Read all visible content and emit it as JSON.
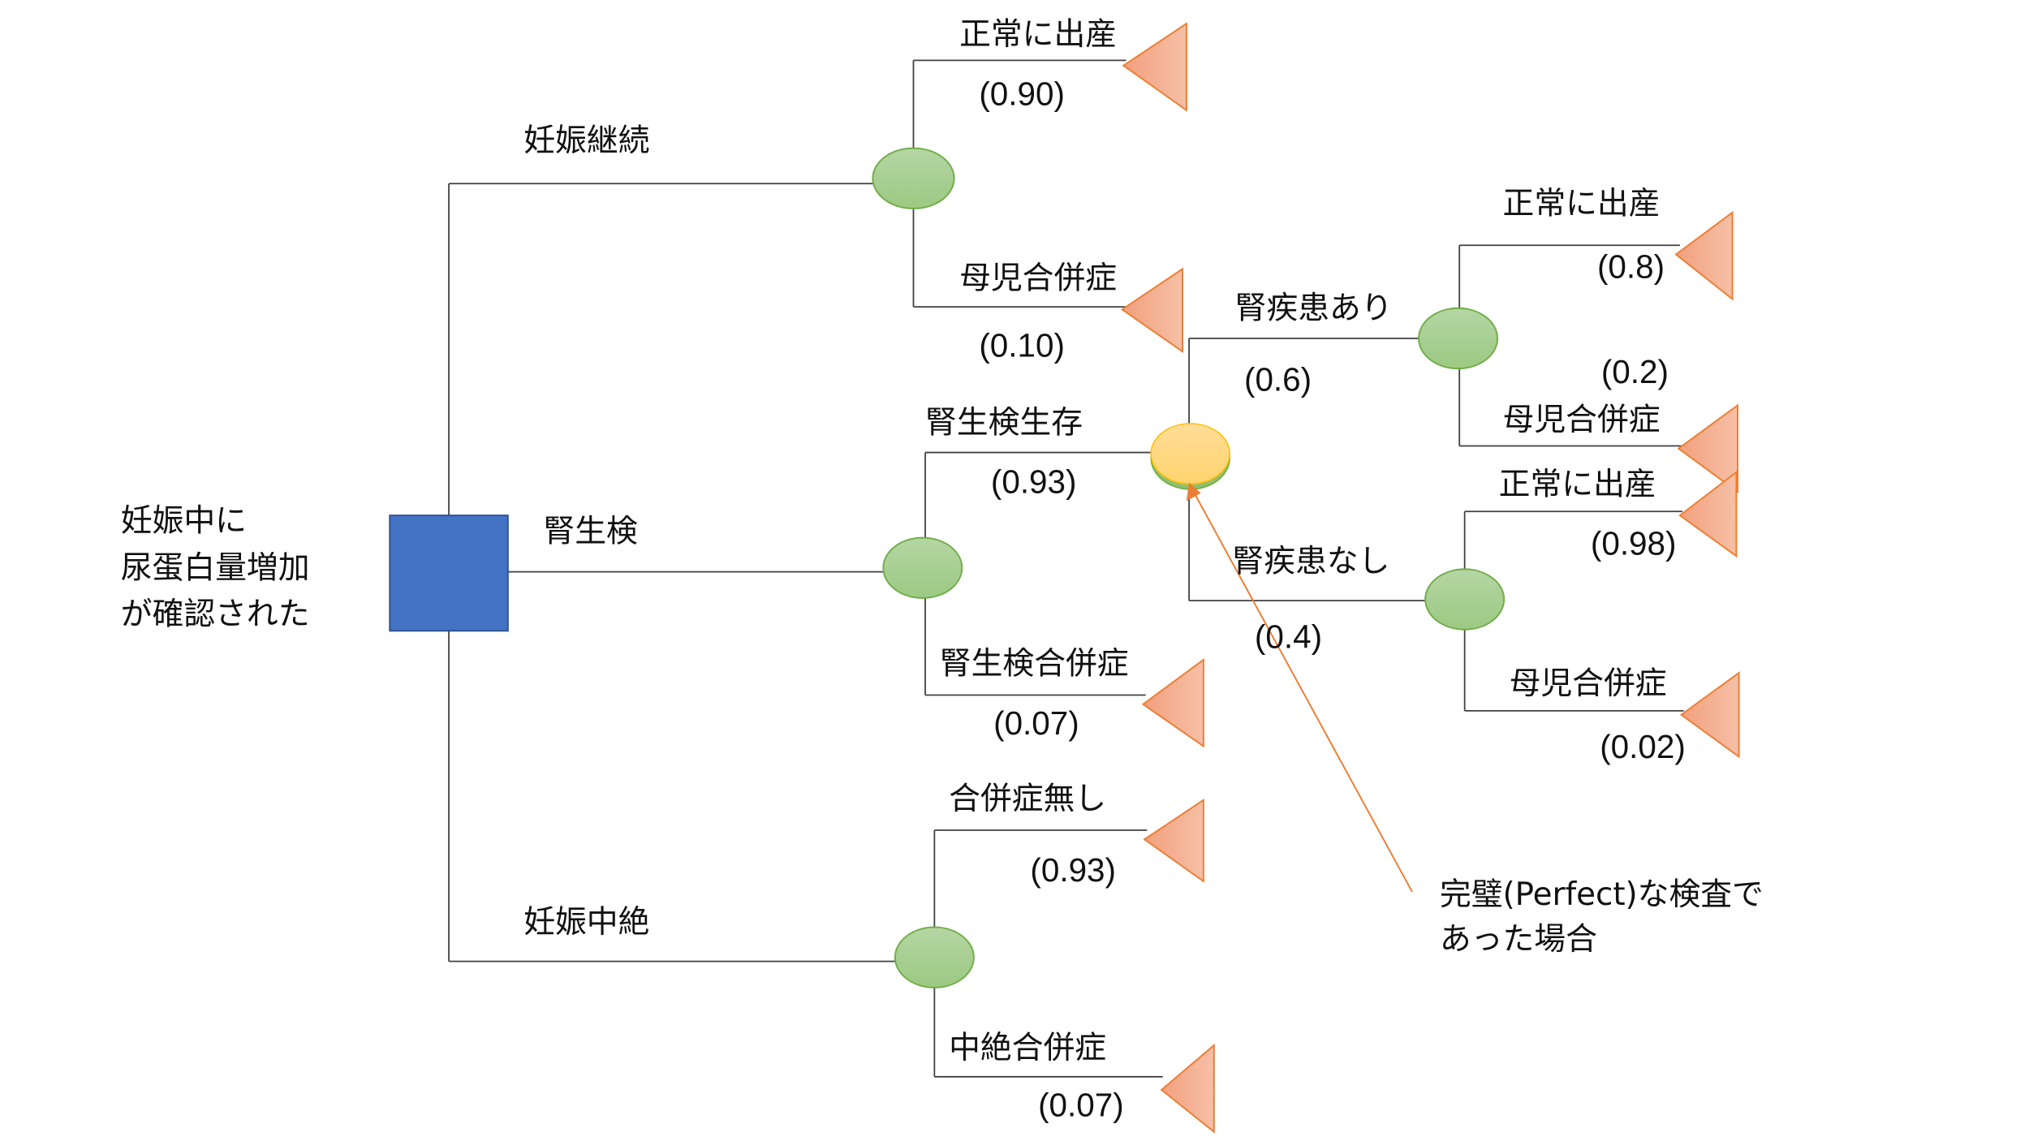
{
  "root": {
    "label_lines": [
      "妊娠中に",
      "尿蛋白量増加",
      "が確認された"
    ],
    "node_type": "decision",
    "color": "#4472C4"
  },
  "branches": {
    "continue": {
      "label": "妊娠継続",
      "outcomes": [
        {
          "label": "正常に出産",
          "prob": "(0.90)"
        },
        {
          "label": "母児合併症",
          "prob": "(0.10)"
        }
      ]
    },
    "biopsy": {
      "label": "腎生検",
      "survive": {
        "label": "腎生検生存",
        "prob": "(0.93)",
        "disease_yes": {
          "label": "腎疾患あり",
          "prob": "(0.6)",
          "outcomes": [
            {
              "label": "正常に出産",
              "prob": "(0.8)"
            },
            {
              "label": "母児合併症",
              "prob": "(0.2)"
            }
          ]
        },
        "disease_no": {
          "label": "腎疾患なし",
          "prob": "(0.4)",
          "outcomes": [
            {
              "label": "正常に出産",
              "prob": "(0.98)"
            },
            {
              "label": "母児合併症",
              "prob": "(0.02)"
            }
          ]
        }
      },
      "complication": {
        "label": "腎生検合併症",
        "prob": "(0.07)"
      }
    },
    "terminate": {
      "label": "妊娠中絶",
      "outcomes": [
        {
          "label": "合併症無し",
          "prob": "(0.93)"
        },
        {
          "label": "中絶合併症",
          "prob": "(0.07)"
        }
      ]
    }
  },
  "annotation": {
    "lines": [
      "完璧(Perfect)な検査で",
      "あった場合"
    ],
    "arrow_color": "#ED7D31"
  },
  "colors": {
    "decision_fill": "#4472C4",
    "decision_stroke": "#2F528F",
    "chance_fill": "#A9D18E",
    "chance_stroke": "#70AD47",
    "perfect_info_fill": "#FFD966",
    "terminal_fill": "#F4B183",
    "terminal_stroke": "#ED7D31"
  }
}
